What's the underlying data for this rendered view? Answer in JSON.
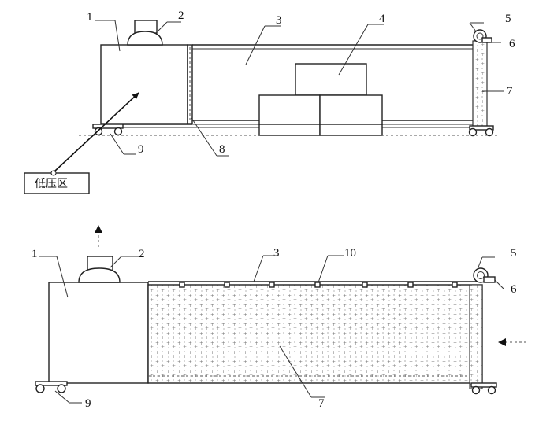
{
  "figure_a": {
    "labels": {
      "n1": "1",
      "n2": "2",
      "n3": "3",
      "n4": "4",
      "n5": "5",
      "n6": "6",
      "n7": "7",
      "n8": "8",
      "n9": "9"
    },
    "low_pressure_zone": "低压区"
  },
  "figure_b": {
    "labels": {
      "n1": "1",
      "n2": "2",
      "n3": "3",
      "n10": "10",
      "n5": "5",
      "n6": "6",
      "n7": "7",
      "n9": "9"
    }
  }
}
